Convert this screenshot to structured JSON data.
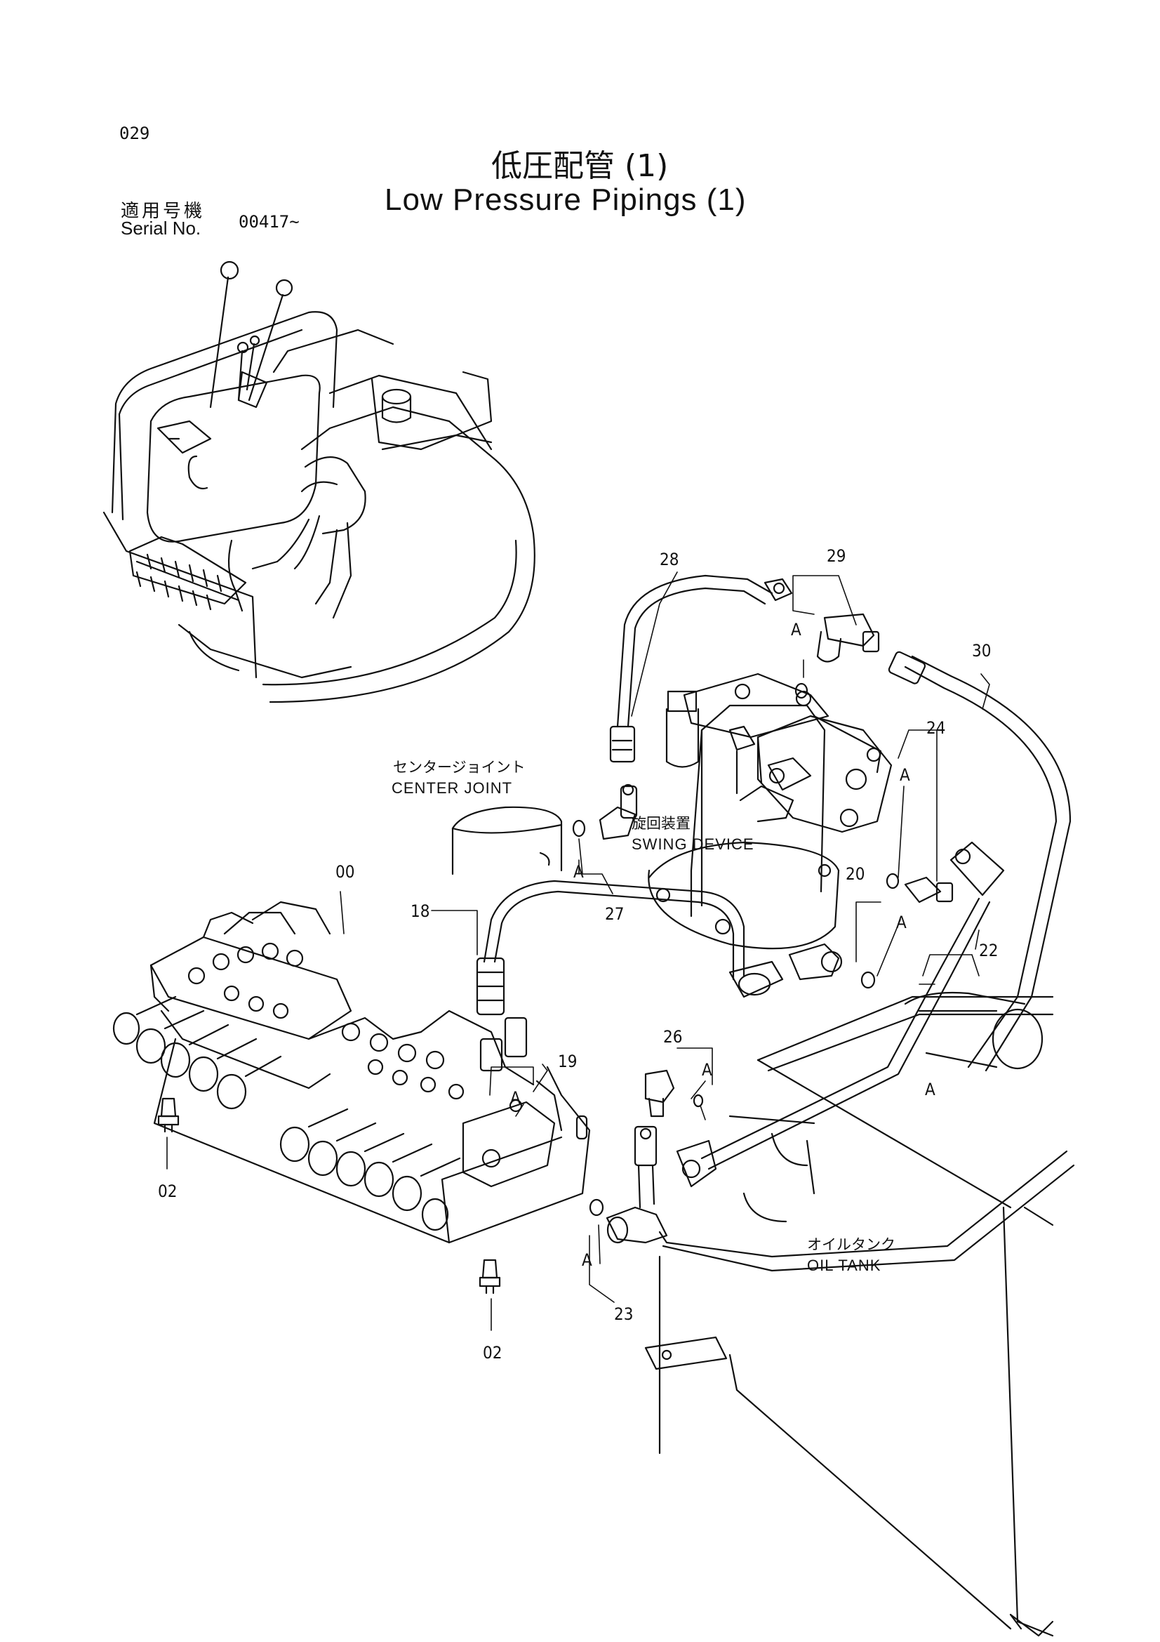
{
  "header": {
    "page_number": "029",
    "title_jp": "低圧配管 (1)",
    "title_en": "Low Pressure Pipings (1)",
    "serial_label_jp": "適用号機",
    "serial_label_en": "Serial No.",
    "serial_value": "00417~"
  },
  "parts": [
    {
      "ref": "00"
    },
    {
      "ref": "02"
    },
    {
      "ref": "02"
    },
    {
      "ref": "18"
    },
    {
      "ref": "19"
    },
    {
      "ref": "20"
    },
    {
      "ref": "22"
    },
    {
      "ref": "23"
    },
    {
      "ref": "24"
    },
    {
      "ref": "26"
    },
    {
      "ref": "27"
    },
    {
      "ref": "28"
    },
    {
      "ref": "29"
    },
    {
      "ref": "30"
    }
  ],
  "detail_markers": [
    "A",
    "A",
    "A",
    "A",
    "A",
    "A",
    "A",
    "A"
  ],
  "components": {
    "center_joint_jp": "センタージョイント",
    "center_joint_en": "CENTER JOINT",
    "swing_device_jp": "旋回装置",
    "swing_device_en": "SWING DEVICE",
    "oil_tank_jp": "オイルタンク",
    "oil_tank_en": "OIL TANK"
  }
}
